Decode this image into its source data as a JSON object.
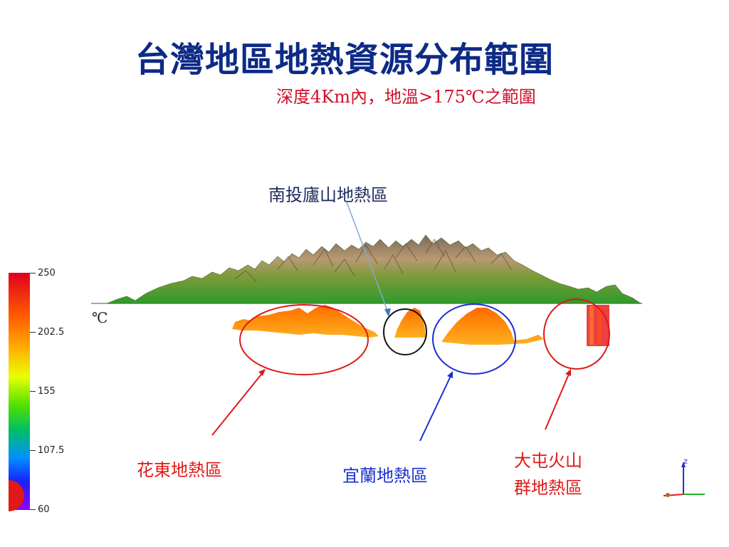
{
  "title": "台灣地區地熱資源分布範圍",
  "subtitle": "深度4Km內，地溫>175℃之範圍",
  "unit": "℃",
  "regions": {
    "nantou": "南投廬山地熱區",
    "hualien": "花東地熱區",
    "yilan": "宜蘭地熱區",
    "tatun_line1": "大屯火山",
    "tatun_line2": "群地熱區"
  },
  "scale": {
    "ticks": [
      "250",
      "202.5",
      "155",
      "107.5",
      "60"
    ],
    "colors": {
      "high": "#e0001e",
      "mid": "#e8ff00",
      "low": "#1a20ff"
    }
  },
  "axis_label": "z",
  "colors": {
    "title": "#0d2a86",
    "subtitle": "#d0102a",
    "red_marker": "#e01818",
    "blue_marker": "#1a2fd0",
    "black_marker": "#111111"
  }
}
